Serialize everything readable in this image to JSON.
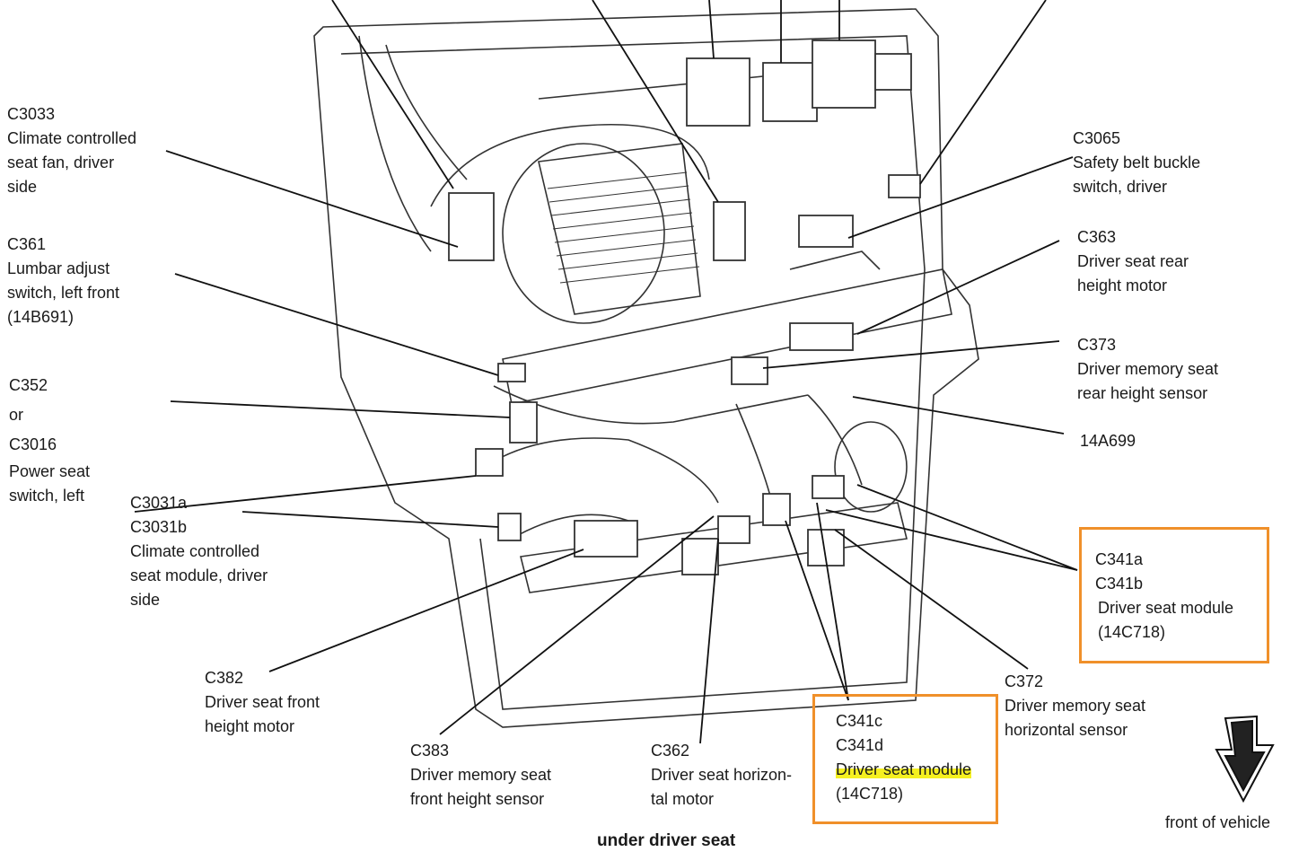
{
  "caption": "under driver seat",
  "orientation_label": "front of vehicle",
  "colors": {
    "highlight_box": "#f0902a",
    "highlighter": "#f5f020",
    "line_art": "#333333"
  },
  "icons": {
    "orientation": "down-arrow-icon"
  },
  "labels": {
    "c3033": {
      "code": "C3033",
      "desc1": "Climate controlled",
      "desc2": "seat fan, driver",
      "desc3": "side"
    },
    "c361": {
      "code": "C361",
      "desc1": "Lumbar adjust",
      "desc2": "switch, left front",
      "desc3": "(14B691)"
    },
    "c352": {
      "code": "C352",
      "or": "or",
      "code2": "C3016",
      "desc1": "Power seat",
      "desc2": "switch, left"
    },
    "c3031": {
      "code": "C3031a",
      "code2": "C3031b",
      "desc1": "Climate controlled",
      "desc2": "seat module, driver",
      "desc3": "side"
    },
    "c382": {
      "code": "C382",
      "desc1": "Driver seat front",
      "desc2": "height motor"
    },
    "c383": {
      "code": "C383",
      "desc1": "Driver memory seat",
      "desc2": "front height sensor"
    },
    "c362": {
      "code": "C362",
      "desc1": "Driver seat horizon-",
      "desc2": "tal motor"
    },
    "c341cd": {
      "code": "C341c",
      "code2": "C341d",
      "desc1": "Driver seat module",
      "desc2": "(14C718)"
    },
    "c372": {
      "code": "C372",
      "desc1": "Driver memory seat",
      "desc2": "horizontal sensor"
    },
    "c341ab": {
      "code": "C341a",
      "code2": "C341b",
      "desc1": "Driver seat module",
      "desc2": "(14C718)"
    },
    "c3065": {
      "code": "C3065",
      "desc1": "Safety belt buckle",
      "desc2": "switch, driver"
    },
    "c363": {
      "code": "C363",
      "desc1": "Driver seat rear",
      "desc2": "height motor"
    },
    "c373": {
      "code": "C373",
      "desc1": "Driver memory seat",
      "desc2": "rear height sensor"
    },
    "h14a699": {
      "code": "14A699"
    }
  }
}
